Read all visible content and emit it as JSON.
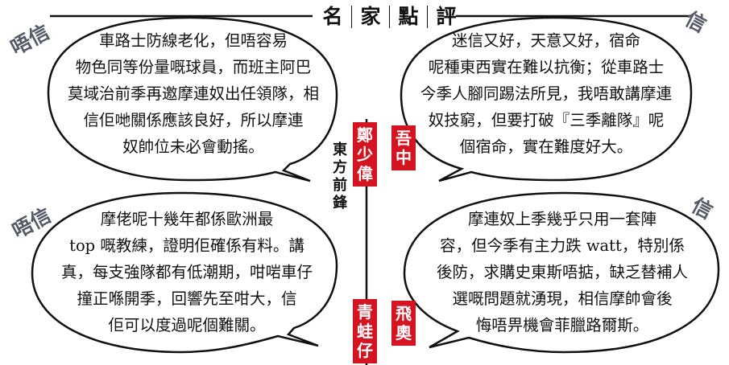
{
  "title": [
    "名",
    "家",
    "點",
    "評"
  ],
  "byline": [
    "東",
    "方",
    "前",
    "鋒"
  ],
  "bubbles": {
    "top_left": {
      "verdict": "唔信",
      "author": [
        "鄭",
        "少",
        "偉"
      ],
      "lines": [
        "車路士防線老化，但唔容易",
        "物色同等份量嘅球員，而班主阿巴",
        "莫域治前季再邀摩連奴出任領隊，相",
        "信佢哋關係應該良好，所以摩連",
        "奴帥位未必會動搖。"
      ]
    },
    "top_right": {
      "verdict": "信",
      "author": [
        "吾",
        "中"
      ],
      "lines": [
        "迷信又好，天意又好，宿命",
        "呢種東西實在難以抗衡；從車路士",
        "今季人腳同踢法所見，我唔敢講摩連",
        "奴技窮，但要打破『三季離隊』呢",
        "個宿命，實在難度好大。"
      ]
    },
    "bottom_left": {
      "verdict": "唔信",
      "author": [
        "青",
        "蛙",
        "仔"
      ],
      "lines": [
        "摩佬呢十幾年都係歐洲最",
        "top 嘅教練，證明佢確係有料。講",
        "真，每支強隊都有低潮期，咁啱車仔",
        "撞正喺開季，回響先至咁大，信",
        "佢可以度過呢個難關。"
      ]
    },
    "bottom_right": {
      "verdict": "信",
      "author": [
        "飛",
        "奧"
      ],
      "lines": [
        "摩連奴上季幾乎只用一套陣",
        "容，但今季有主力跌 watt，特別係",
        "後防，求購史東斯唔掂，缺乏替補人",
        "選嘅問題就湧現，相信摩帥會後",
        "悔唔畀機會菲臘路爾斯。"
      ]
    }
  },
  "colors": {
    "accent_red": "#d41420",
    "label_gray": "#555b66",
    "ink": "#111111"
  }
}
